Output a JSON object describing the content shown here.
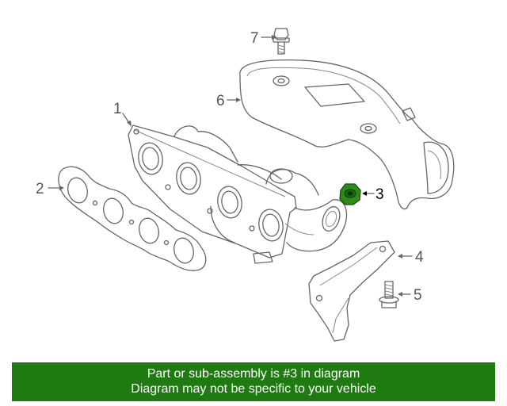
{
  "callouts": [
    {
      "id": "1",
      "label": "1"
    },
    {
      "id": "2",
      "label": "2"
    },
    {
      "id": "3",
      "label": "3"
    },
    {
      "id": "4",
      "label": "4"
    },
    {
      "id": "5",
      "label": "5"
    },
    {
      "id": "6",
      "label": "6"
    },
    {
      "id": "7",
      "label": "7"
    }
  ],
  "highlight": {
    "part": "3",
    "color": "#2e8b1a"
  },
  "banner": {
    "line1": "Part or sub-assembly is #3 in diagram",
    "line2": "Diagram may not be specific to your vehicle",
    "color": "#1f7a12"
  }
}
